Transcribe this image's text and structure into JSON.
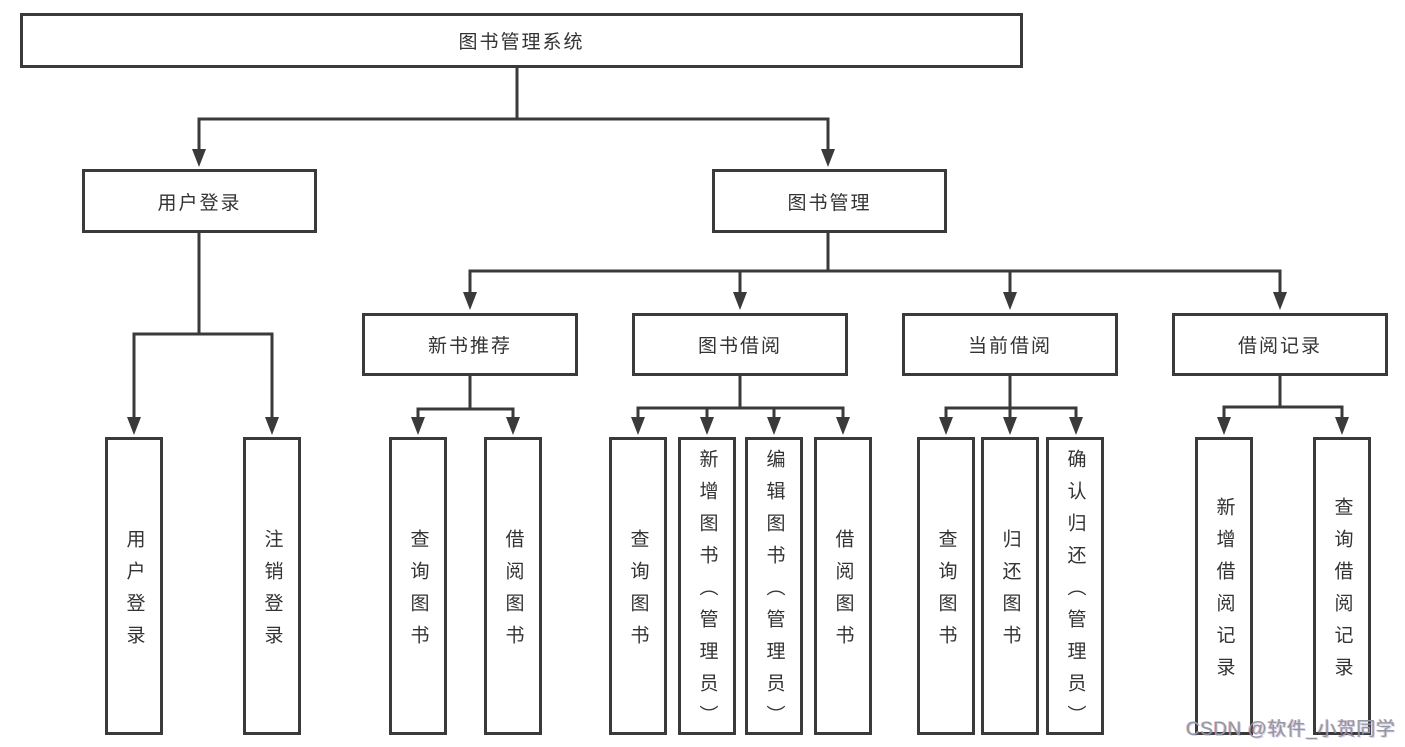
{
  "diagram": {
    "type": "hierarchy-tree",
    "root": {
      "label": "图书管理系统"
    },
    "level2": {
      "user_login": {
        "label": "用户登录"
      },
      "book_management": {
        "label": "图书管理"
      }
    },
    "level3": {
      "new_book_recommend": {
        "label": "新书推荐"
      },
      "book_borrowing": {
        "label": "图书借阅"
      },
      "current_borrowing": {
        "label": "当前借阅"
      },
      "borrowing_records": {
        "label": "借阅记录"
      }
    },
    "leaves": {
      "user_login_leaf": {
        "label": "用户登录"
      },
      "logout": {
        "label": "注销登录"
      },
      "query_book_recommend": {
        "label": "查询图书"
      },
      "borrow_book_recommend": {
        "label": "借阅图书"
      },
      "query_book_borrowing": {
        "label": "查询图书"
      },
      "add_book_admin": {
        "label": "新增图书（管理员）"
      },
      "edit_book_admin": {
        "label": "编辑图书（管理员）"
      },
      "borrow_book_borrowing": {
        "label": "借阅图书"
      },
      "query_book_current": {
        "label": "查询图书"
      },
      "return_book": {
        "label": "归还图书"
      },
      "confirm_return_admin": {
        "label": "确认归还（管理员）"
      },
      "add_borrow_record": {
        "label": "新增借阅记录"
      },
      "query_borrow_record": {
        "label": "查询借阅记录"
      }
    },
    "hierarchy": {
      "图书管理系统": [
        "用户登录",
        "图书管理"
      ],
      "用户登录": [
        "用户登录",
        "注销登录"
      ],
      "图书管理": [
        "新书推荐",
        "图书借阅",
        "当前借阅",
        "借阅记录"
      ],
      "新书推荐": [
        "查询图书",
        "借阅图书"
      ],
      "图书借阅": [
        "查询图书",
        "新增图书（管理员）",
        "编辑图书（管理员）",
        "借阅图书"
      ],
      "当前借阅": [
        "查询图书",
        "归还图书",
        "确认归还（管理员）"
      ],
      "借阅记录": [
        "新增借阅记录",
        "查询借阅记录"
      ]
    }
  },
  "watermark": {
    "text": "CSDN @软件_小贺同学"
  },
  "colors": {
    "line": "#3a3a3a",
    "box_border": "#3a3a3a",
    "box_fill": "#ffffff",
    "text": "#333333",
    "watermark": "#9298a0",
    "background": "#ffffff"
  }
}
